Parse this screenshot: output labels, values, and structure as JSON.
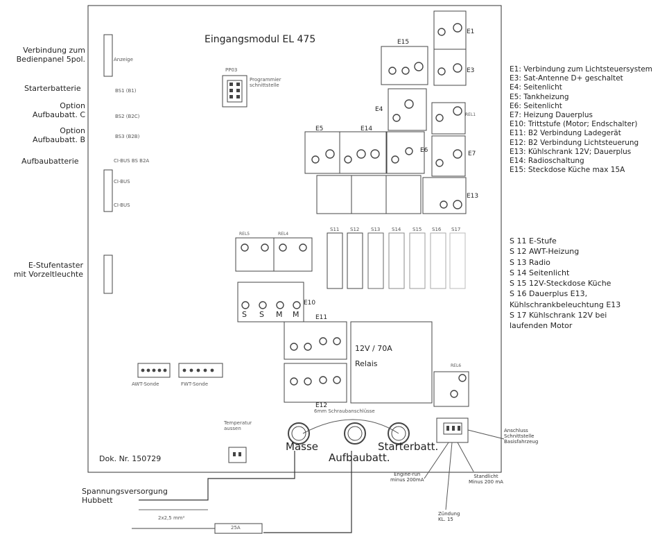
{
  "title": "Eingangsmodul  EL  475",
  "doc_number": "Dok. Nr. 150729",
  "left_labels": {
    "verbindung": "Verbindung zum\nBedienpanel 5pol.",
    "starter": "Starterbatterie",
    "option_c": "Option\nAufbaubatt. C",
    "option_b": "Option\nAufbaubatt. B",
    "aufbau": "Aufbaubatterie",
    "estufe": "E-Stufentaster\nmit Vorzeltleuchte"
  },
  "board_labels": {
    "anzeige": "Anzeige",
    "bs1": "BS1  (B1)",
    "bs2": "BS2  (B2C)",
    "bs3": "BS3  (B2B)",
    "cibus1": "CI-BUS  BS  B2A",
    "cibus2": "CI-BUS",
    "cibus3": "CI-BUS",
    "prog_id": "PP03",
    "prog": "Programmier\nschnittstelle",
    "relais": "12V  /  70A\nRelais",
    "awt": "AWT-Sonde",
    "fwt": "FWT-Sonde",
    "temp": "Temperatur\naussen",
    "schraub": "6mm  Schraubanschlüsse",
    "masse": "Masse",
    "aufbaubatt": "Aufbaubatt.",
    "starterbatt": "Starterbatt.",
    "rel1": "REL1",
    "rel5": "REL5",
    "rel4": "REL4",
    "rel6": "REL6"
  },
  "connectors": {
    "e1": "E1",
    "e3": "E3",
    "e4": "E4",
    "e5": "E5",
    "e6": "E6",
    "e7": "E7",
    "e10": "E10",
    "e11": "E11",
    "e12": "E12",
    "e13": "E13",
    "e14": "E14",
    "e15": "E15",
    "e10_pins": [
      "S",
      "S",
      "M",
      "M"
    ]
  },
  "fuse_labels": [
    "S11",
    "S12",
    "S13",
    "S14",
    "S15",
    "S16",
    "S17"
  ],
  "legend_e": [
    "E1:  Verbindung zum  Lichtsteuersystem",
    "E3:  Sat-Antenne  D+  geschaltet",
    "E4:  Seitenlicht",
    "E5:  Tankheizung",
    "E6:  Seitenlicht",
    "E7:  Heizung  Dauerplus",
    "E10:  Trittstufe  (Motor;  Endschalter)",
    "E11:  B2  Verbindung  Ladegerät",
    "E12:  B2  Verbindung  Lichtsteuerung",
    "E13:  Kühlschrank  12V;  Dauerplus",
    "E14:  Radioschaltung",
    "E15:  Steckdose  Küche  max  15A"
  ],
  "legend_s": [
    "S  11  E-Stufe",
    "S  12  AWT-Heizung",
    "S  13  Radio",
    "S  14  Seitenlicht",
    "S  15  12V-Steckdose  Küche",
    "S  16  Dauerplus  E13,",
    "Kühlschrankbeleuchtung  E13",
    "S  17  Kühlschrank  12V  bei",
    "laufenden  Motor"
  ],
  "bottom_labels": {
    "anschluss": "Anschluss\nSchnittstelle\nBasisfahrzeug",
    "engine": "Engine-run\nminus  200mA",
    "standlicht": "Standlicht\nMinus  200  mA",
    "zuendung": "Zündung\nKL.  15",
    "spannung": "Spannungsversorgung\nHubbett",
    "kabel": "2x2,5  mm²",
    "fuse": "25A"
  }
}
